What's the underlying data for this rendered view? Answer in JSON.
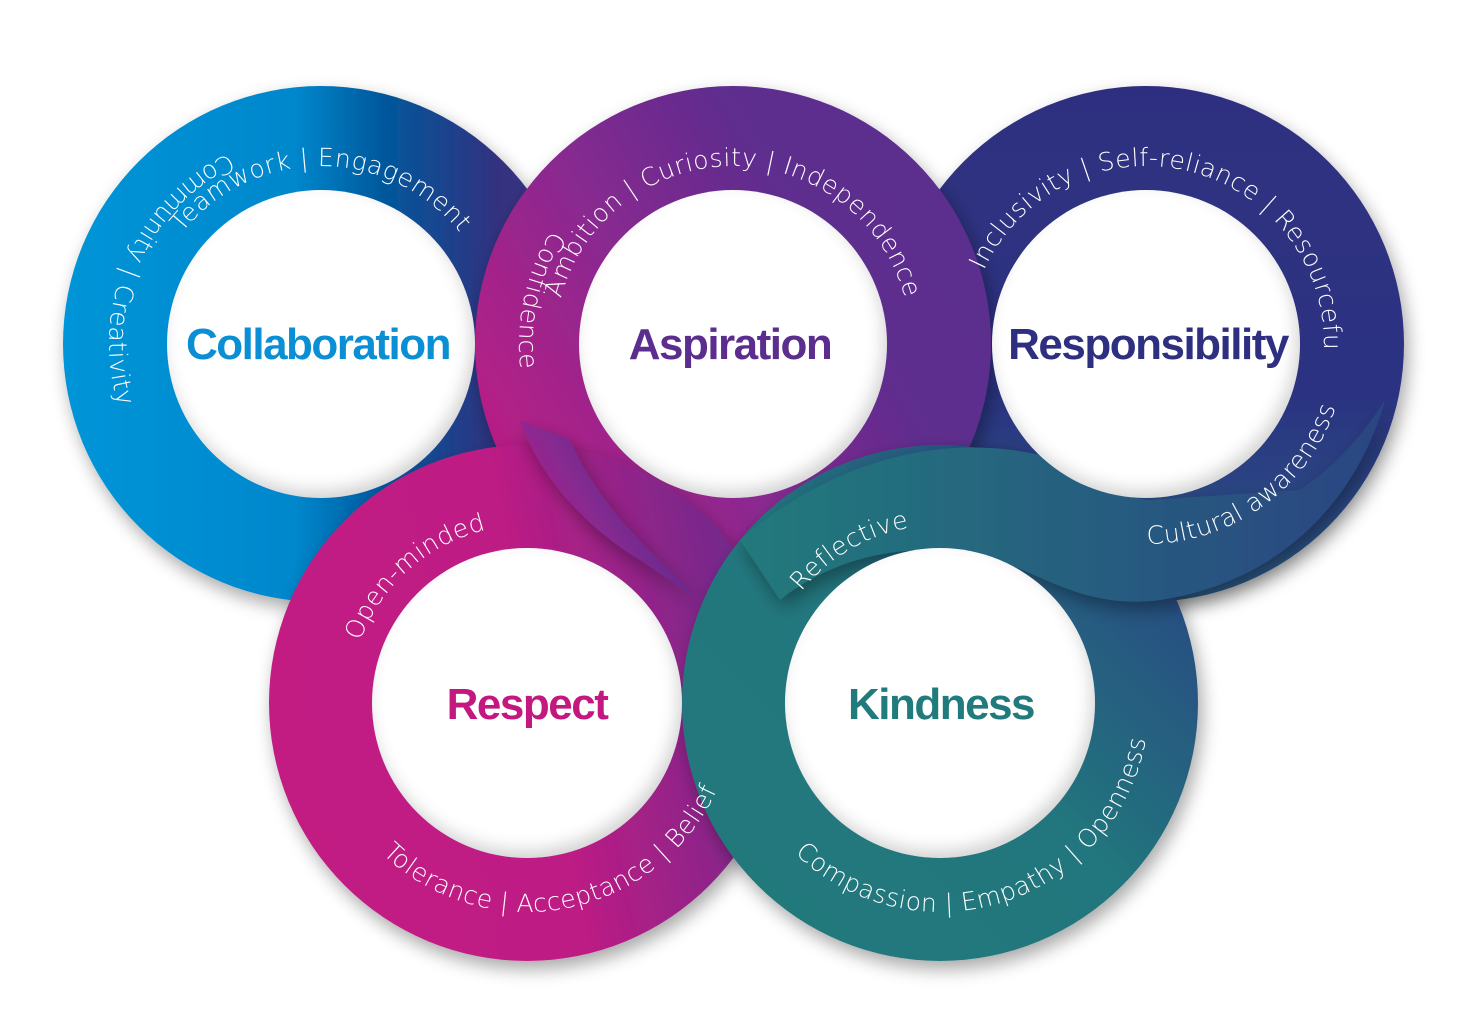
{
  "diagram": {
    "type": "interlocking-rings",
    "rings": [
      {
        "id": "collaboration",
        "title": "Collaboration",
        "title_color": "#0a8fd4",
        "gradient": [
          "#0395d8",
          "#0087cc",
          "#005a9e",
          "#34307f"
        ],
        "values_top": "Teamwork  |  Engagement",
        "values_left": "Community  |  Creativity"
      },
      {
        "id": "aspiration",
        "title": "Aspiration",
        "title_color": "#5b2d8e",
        "gradient": [
          "#c21c83",
          "#7d2a8f",
          "#5b2d8e"
        ],
        "values_top": "Ambition  |  Curiosity  |  Independence",
        "values_inner": "Confidence"
      },
      {
        "id": "responsibility",
        "title": "Responsibility",
        "title_color": "#2e2f80",
        "gradient": [
          "#2e2f80",
          "#2b3582",
          "#25677f"
        ],
        "values_top": "Inclusivity  |  Self-reliance  |  Resourceful",
        "values_bottom": "Cultural awareness"
      },
      {
        "id": "respect",
        "title": "Respect",
        "title_color": "#c2187f",
        "gradient": [
          "#c21c83",
          "#b31f86",
          "#6b2a8c"
        ],
        "values_top": "Open-minded",
        "values_bottom": "Tolerance  |  Acceptance  |  Belief"
      },
      {
        "id": "kindness",
        "title": "Kindness",
        "title_color": "#217a7c",
        "gradient": [
          "#217a7c",
          "#22727e",
          "#2b3e84"
        ],
        "values_top": "Reflective",
        "values_bottom": "Compassion  |  Empathy  |  Openness"
      }
    ]
  }
}
